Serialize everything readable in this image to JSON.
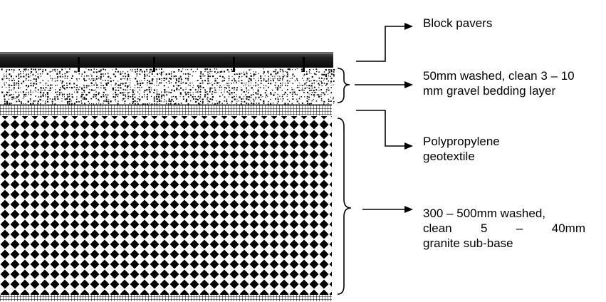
{
  "labels": {
    "pavers": "Block pavers",
    "bedding_line1": "50mm washed, clean 3 – 10",
    "bedding_line2": "mm gravel bedding layer",
    "geotextile_line1": "Polypropylene",
    "geotextile_line2": "geotextile",
    "subbase_line1": "300 – 500mm washed,",
    "subbase_line2_parts": [
      "clean",
      "5",
      "–",
      "40mm"
    ],
    "subbase_line3": "granite sub-base"
  },
  "colors": {
    "ink": "#000000",
    "paver_top": "#555555",
    "paver_bottom": "#111111",
    "background": "#ffffff"
  }
}
